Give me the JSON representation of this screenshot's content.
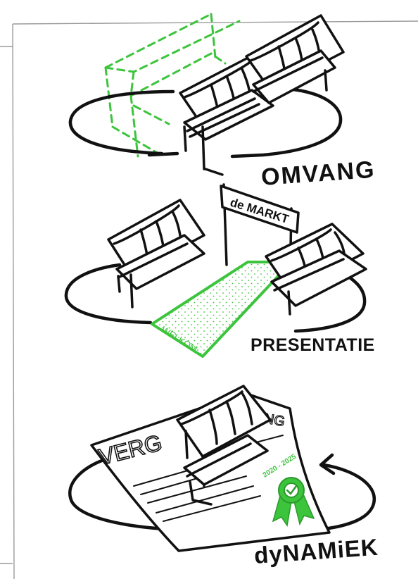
{
  "colors": {
    "ink": "#111111",
    "green": "#3cc43c",
    "frame": "#9a9a9a"
  },
  "panels": [
    {
      "caption": "OMVANG"
    },
    {
      "caption": "PRESENTATIE",
      "gate_sign": "de MARKT",
      "carpet_text": "WELKOM"
    },
    {
      "caption": "dyNAMiEK",
      "document_text": "VERG",
      "document_text_tail": "NG",
      "seal_years": "2020 - 2025"
    }
  ]
}
